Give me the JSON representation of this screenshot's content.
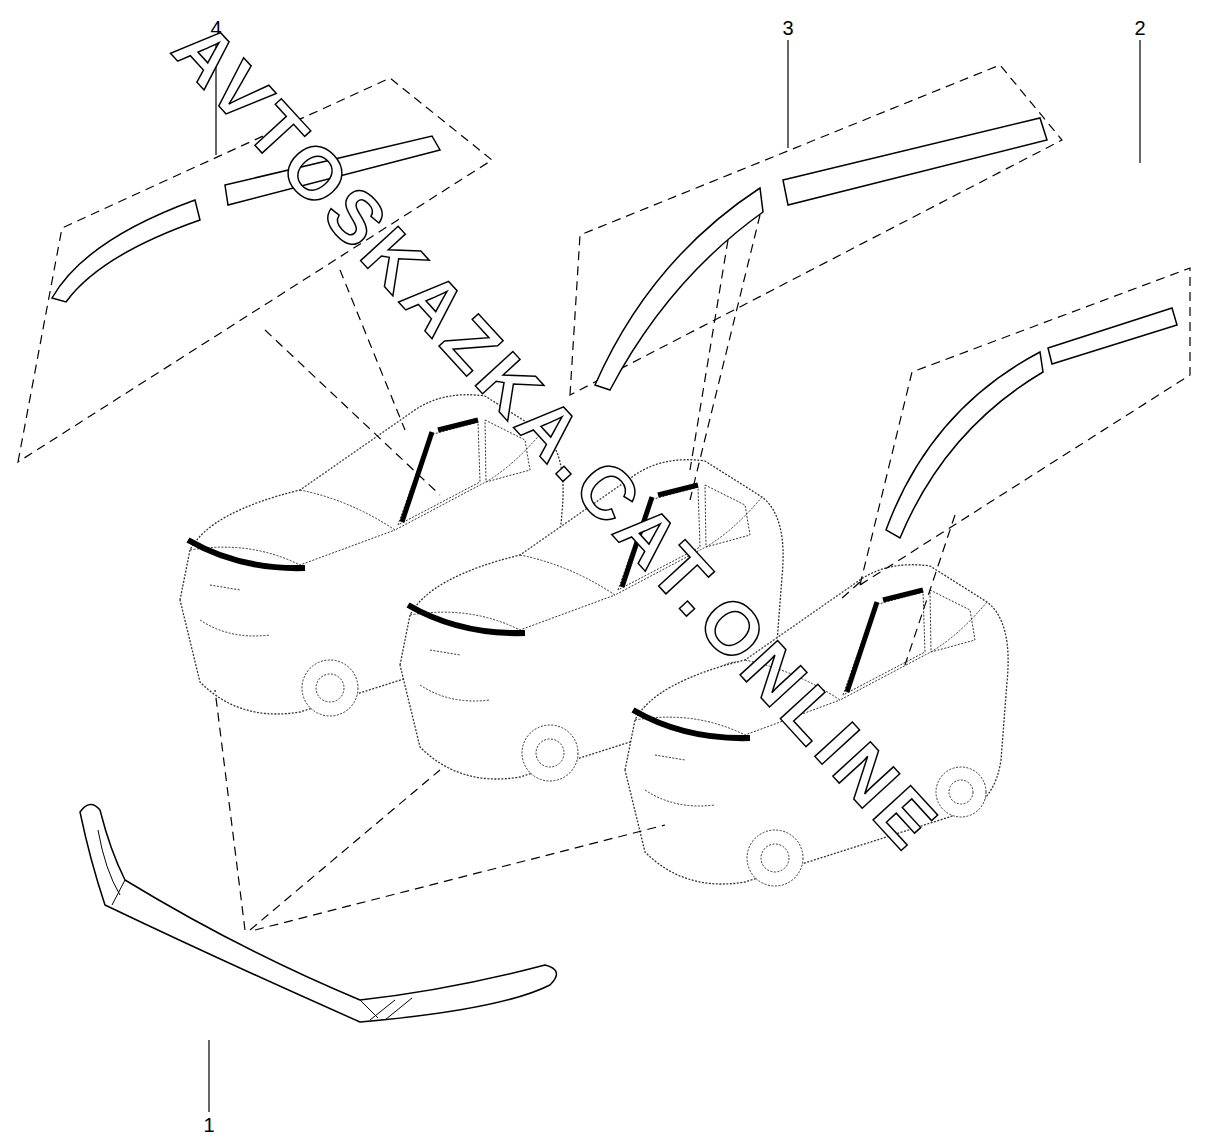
{
  "diagram": {
    "labels": [
      "4",
      "3",
      "2",
      "1",
      "AVTOSKAZKA.CAT.ONLINE"
    ]
  }
}
